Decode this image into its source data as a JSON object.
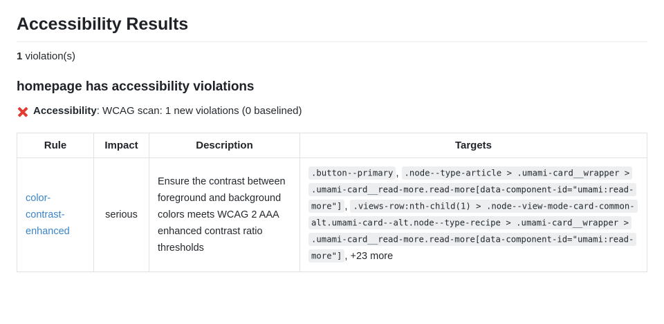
{
  "page": {
    "title": "Accessibility Results",
    "violation_count": "1",
    "violation_count_suffix": " violation(s)"
  },
  "section": {
    "heading": "homepage has accessibility violations",
    "status_icon": "red-cross-mark-icon",
    "status_label": "Accessibility",
    "status_text": ": WCAG scan: 1 new violations (0 baselined)",
    "status_icon_color": "#e23b32"
  },
  "table": {
    "columns": [
      "Rule",
      "Impact",
      "Description",
      "Targets"
    ],
    "rows": [
      {
        "rule": "color-contrast-enhanced",
        "impact": "serious",
        "description": "Ensure the contrast between foreground and background colors meets WCAG 2 AAA enhanced contrast ratio thresholds",
        "targets": [
          ".button--primary",
          ".node--type-article > .umami-card__wrapper > .umami-card__read-more.read-more[data-component-id=\"umami:read-more\"]",
          ".views-row:nth-child(1) > .node--view-mode-card-common-alt.umami-card--alt.node--type-recipe > .umami-card__wrapper > .umami-card__read-more.read-more[data-component-id=\"umami:read-more\"]"
        ],
        "targets_separator": ",",
        "targets_overflow": "+23 more"
      }
    ]
  },
  "colors": {
    "link": "#3a85c9",
    "border": "#dfe2e5",
    "code_background": "#eceef0",
    "text": "#24292e"
  }
}
